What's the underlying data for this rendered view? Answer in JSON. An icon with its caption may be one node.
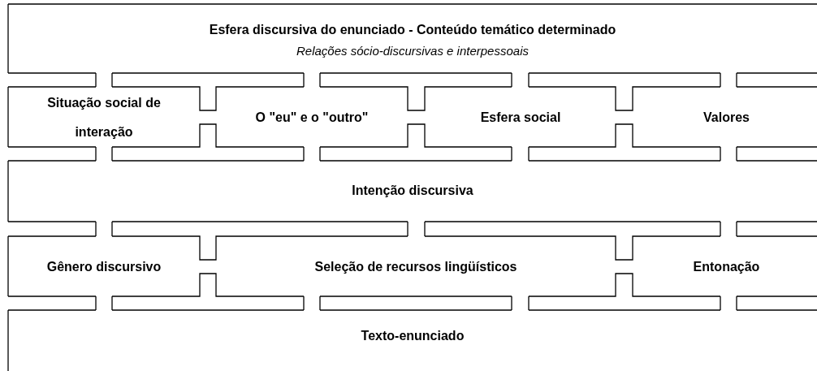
{
  "diagram": {
    "nodes": [
      {
        "text": [
          "Esfera discursiva do enunciado - Conteúdo temático determinado",
          "Relações sócio-discursivas e interpessoais"
        ]
      },
      {
        "text": [
          "Situação social de interação"
        ]
      },
      {
        "text": [
          "O \"eu\" e o \"outro\""
        ]
      },
      {
        "text": [
          "Esfera social"
        ]
      },
      {
        "text": [
          "Valores"
        ]
      },
      {
        "text": [
          "Intenção discursiva"
        ]
      },
      {
        "text": [
          "Gênero discursivo"
        ]
      },
      {
        "text": [
          "Seleção de recursos lingüísticos"
        ]
      },
      {
        "text": [
          "Entonação"
        ]
      },
      {
        "text": [
          "Texto-enunciado"
        ]
      }
    ]
  }
}
